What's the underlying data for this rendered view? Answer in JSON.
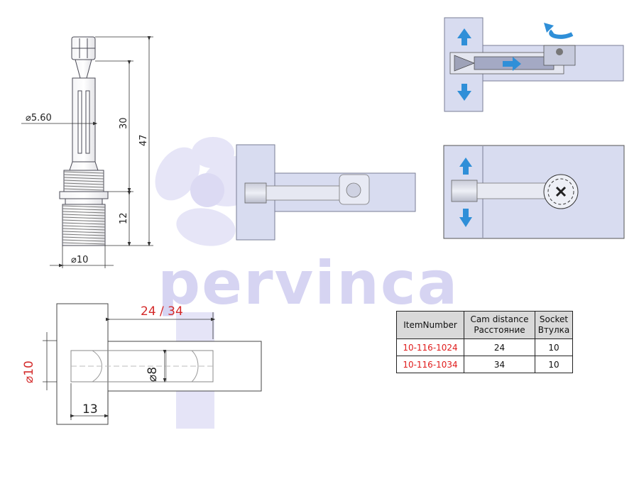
{
  "watermark": {
    "text": "pervinca",
    "color": "#c9c6ee"
  },
  "colors": {
    "arrow_blue": "#2f8fd8",
    "part_fill": "#d8dcf0",
    "part_stroke": "#55586a",
    "accent_red": "#d42a2a"
  },
  "dimensions": {
    "diameter_shank": "⌀5.60",
    "length_30": "30",
    "length_47": "47",
    "length_12": "12",
    "diameter_base": "⌀10",
    "cam_distance": "24 / 34",
    "diameter_bore": "⌀10",
    "diameter_pin": "⌀8",
    "depth_13": "13"
  },
  "table": {
    "headers": [
      {
        "line1": "ItemNumber",
        "line2": ""
      },
      {
        "line1": "Cam distance",
        "line2": "Расстояние"
      },
      {
        "line1": "Socket",
        "line2": "Втулка"
      }
    ],
    "rows": [
      {
        "item": "10-116-1024",
        "cam": "24",
        "socket": "10"
      },
      {
        "item": "10-116-1034",
        "cam": "34",
        "socket": "10"
      }
    ]
  }
}
